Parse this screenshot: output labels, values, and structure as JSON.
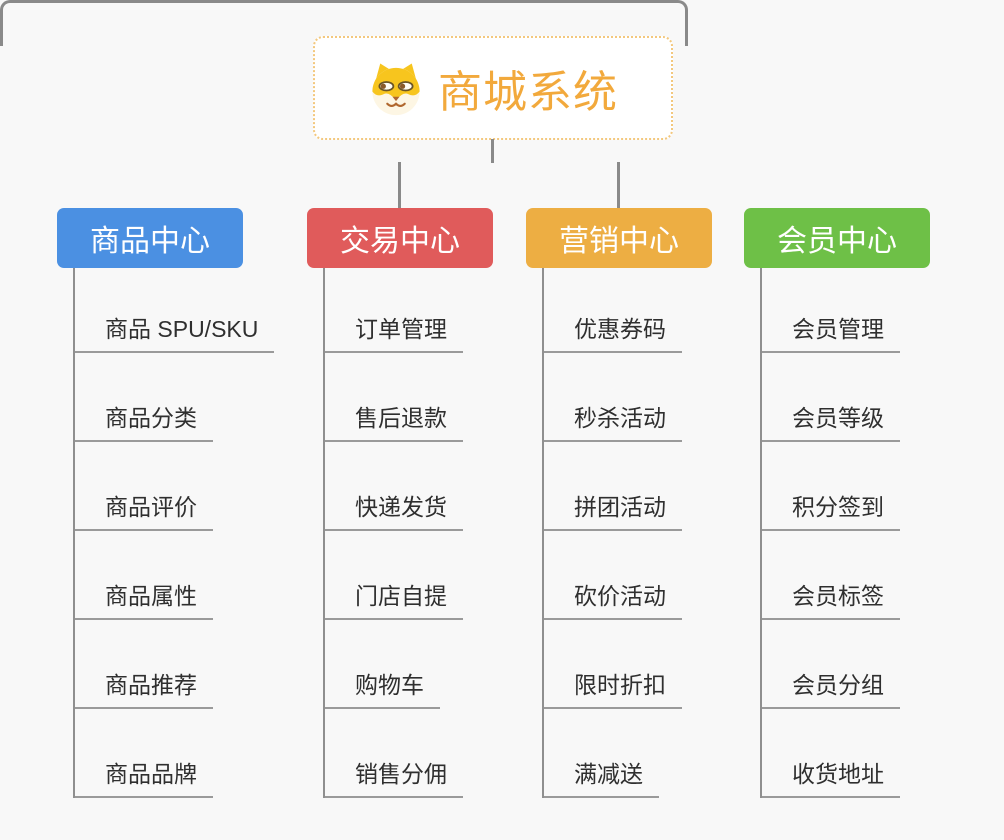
{
  "root": {
    "title": "商城系统",
    "icon": "shiba-dog-icon",
    "border_color": "#f3c87e",
    "text_color": "#f2a93c"
  },
  "connector_color": "#8a8a8a",
  "underline_color": "#9a9a9a",
  "background_color": "#f8f8f8",
  "branches": [
    {
      "id": "product-center",
      "label": "商品中心",
      "color": "#4b90e2",
      "children": [
        "商品 SPU/SKU",
        "商品分类",
        "商品评价",
        "商品属性",
        "商品推荐",
        "商品品牌"
      ]
    },
    {
      "id": "trade-center",
      "label": "交易中心",
      "color": "#e05b5b",
      "children": [
        "订单管理",
        "售后退款",
        "快递发货",
        "门店自提",
        "购物车",
        "销售分佣"
      ]
    },
    {
      "id": "marketing-center",
      "label": "营销中心",
      "color": "#edae43",
      "children": [
        "优惠券码",
        "秒杀活动",
        "拼团活动",
        "砍价活动",
        "限时折扣",
        "满减送"
      ]
    },
    {
      "id": "member-center",
      "label": "会员中心",
      "color": "#6ec047",
      "children": [
        "会员管理",
        "会员等级",
        "积分签到",
        "会员标签",
        "会员分组",
        "收货地址"
      ]
    }
  ]
}
